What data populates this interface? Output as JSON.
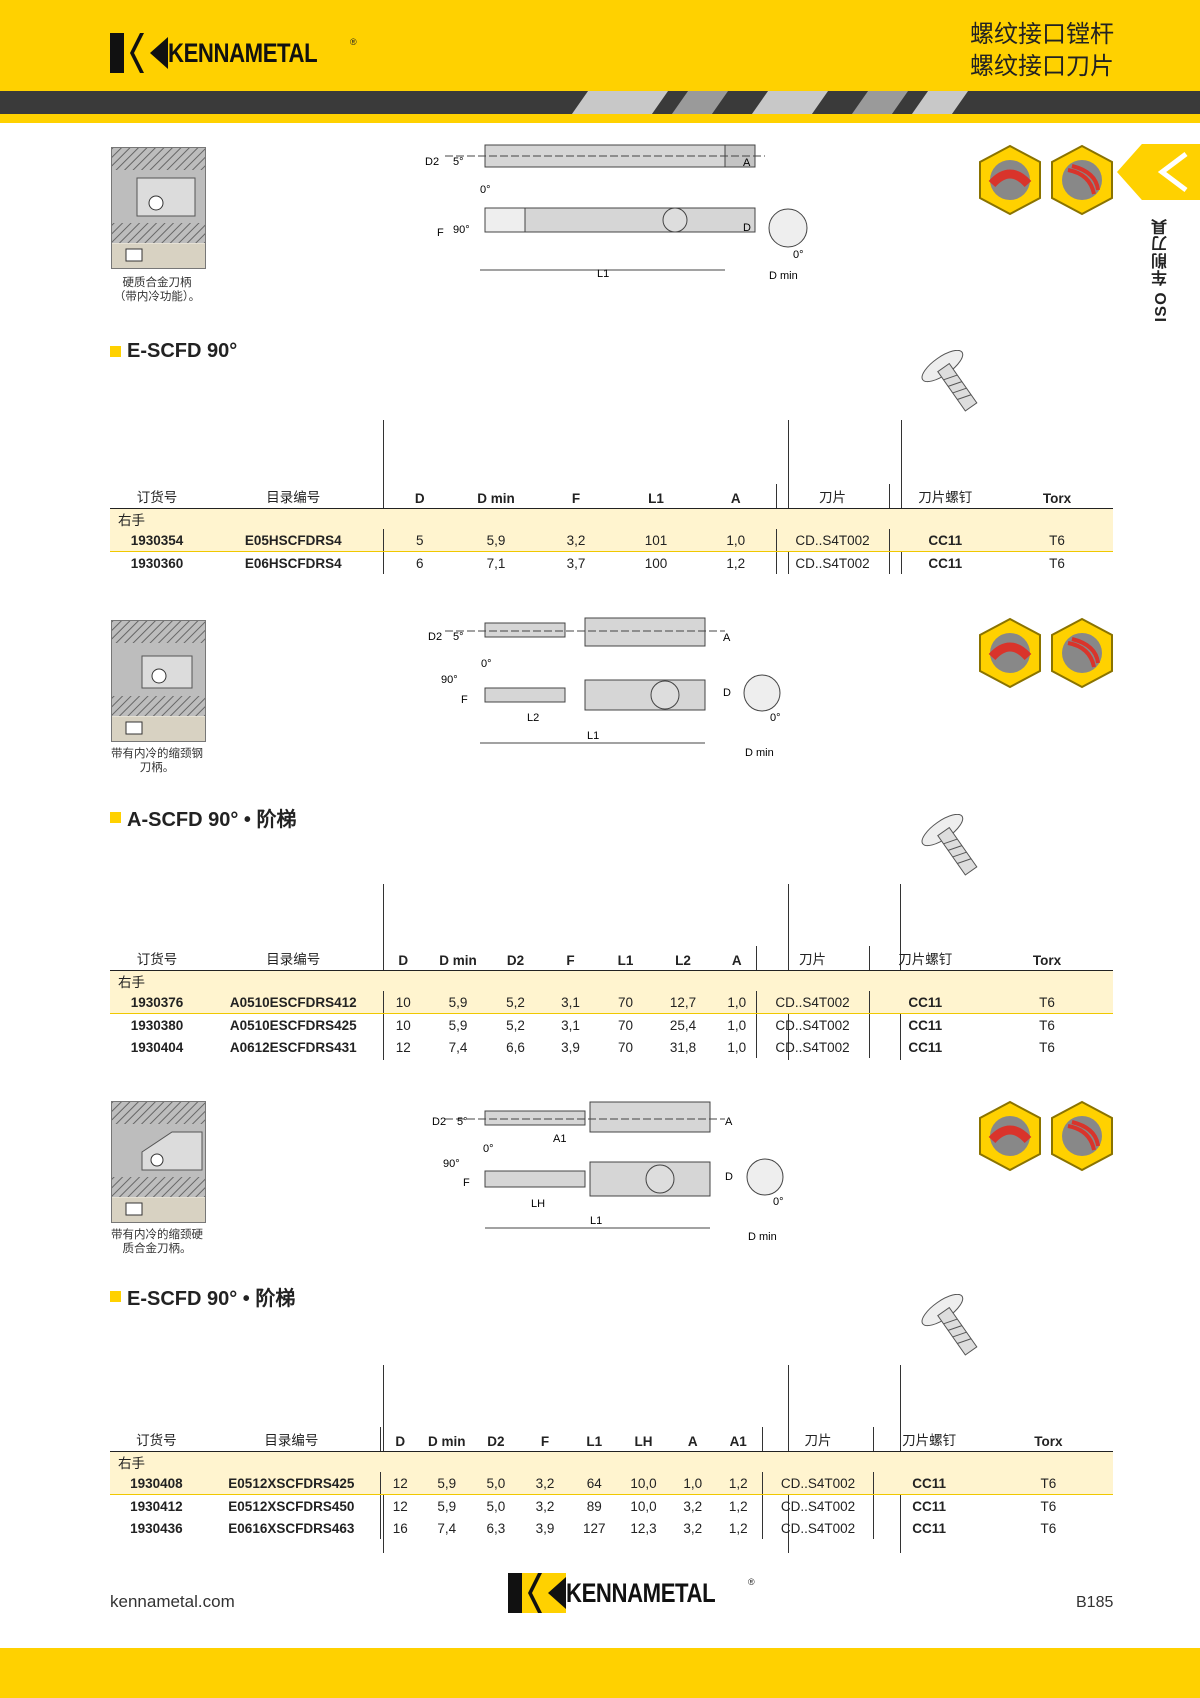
{
  "brand": {
    "name": "KENNAMETAL",
    "reg": "®"
  },
  "header": {
    "title_line1": "螺纹接口镗杆",
    "title_line2": "螺纹接口刀片"
  },
  "side_tab": {
    "label": "ISO 车削刀具"
  },
  "colors": {
    "yellow": "#ffd100",
    "dark": "#3a3a3a",
    "hl_row": "#fff4cf"
  },
  "sections": [
    {
      "title": "E-SCFD 90°",
      "thumb_caption": [
        "硬质合金刀柄",
        "（带内冷功能）。"
      ],
      "diagram_labels": [
        "D2",
        "5°",
        "A",
        "0°",
        "F",
        "90°",
        "D",
        "L1",
        "0°",
        "D min"
      ],
      "headers": [
        "订货号",
        "目录编号",
        "D",
        "D min",
        "F",
        "L1",
        "A",
        "刀片",
        "刀片螺钉",
        "Torx"
      ],
      "hand": "右手",
      "rows": [
        [
          "1930354",
          "E05HSCFDRS4",
          "5",
          "5,9",
          "3,2",
          "101",
          "1,0",
          "CD..S4T002",
          "CC11",
          "T6"
        ],
        [
          "1930360",
          "E06HSCFDRS4",
          "6",
          "7,1",
          "3,7",
          "100",
          "1,2",
          "CD..S4T002",
          "CC11",
          "T6"
        ]
      ]
    },
    {
      "title": "A-SCFD 90° • 阶梯",
      "thumb_caption": [
        "带有内冷的缩颈钢",
        "刀柄。"
      ],
      "diagram_labels": [
        "D2",
        "5°",
        "A",
        "0°",
        "90°",
        "F",
        "D",
        "L2",
        "L1",
        "0°",
        "D min"
      ],
      "headers": [
        "订货号",
        "目录编号",
        "D",
        "D min",
        "D2",
        "F",
        "L1",
        "L2",
        "A",
        "刀片",
        "刀片螺钉",
        "Torx"
      ],
      "hand": "右手",
      "rows": [
        [
          "1930376",
          "A0510ESCFDRS412",
          "10",
          "5,9",
          "5,2",
          "3,1",
          "70",
          "12,7",
          "1,0",
          "CD..S4T002",
          "CC11",
          "T6"
        ],
        [
          "1930380",
          "A0510ESCFDRS425",
          "10",
          "5,9",
          "5,2",
          "3,1",
          "70",
          "25,4",
          "1,0",
          "CD..S4T002",
          "CC11",
          "T6"
        ],
        [
          "1930404",
          "A0612ESCFDRS431",
          "12",
          "7,4",
          "6,6",
          "3,9",
          "70",
          "31,8",
          "1,0",
          "CD..S4T002",
          "CC11",
          "T6"
        ]
      ]
    },
    {
      "title": "E-SCFD 90° • 阶梯",
      "thumb_caption": [
        "带有内冷的缩颈硬",
        "质合金刀柄。"
      ],
      "diagram_labels": [
        "D2",
        "5°",
        "A1",
        "A",
        "0°",
        "90°",
        "F",
        "D",
        "LH",
        "L1",
        "0°",
        "D min"
      ],
      "headers": [
        "订货号",
        "目录编号",
        "D",
        "D min",
        "D2",
        "F",
        "L1",
        "LH",
        "A",
        "A1",
        "刀片",
        "刀片螺钉",
        "Torx"
      ],
      "hand": "右手",
      "rows": [
        [
          "1930408",
          "E0512XSCFDRS425",
          "12",
          "5,9",
          "5,0",
          "3,2",
          "64",
          "10,0",
          "1,0",
          "1,2",
          "CD..S4T002",
          "CC11",
          "T6"
        ],
        [
          "1930412",
          "E0512XSCFDRS450",
          "12",
          "5,9",
          "5,0",
          "3,2",
          "89",
          "10,0",
          "3,2",
          "1,2",
          "CD..S4T002",
          "CC11",
          "T6"
        ],
        [
          "1930436",
          "E0616XSCFDRS463",
          "16",
          "7,4",
          "6,3",
          "3,9",
          "127",
          "12,3",
          "3,2",
          "1,2",
          "CD..S4T002",
          "CC11",
          "T6"
        ]
      ]
    }
  ],
  "footer": {
    "url": "kennametal.com",
    "page": "B185"
  }
}
